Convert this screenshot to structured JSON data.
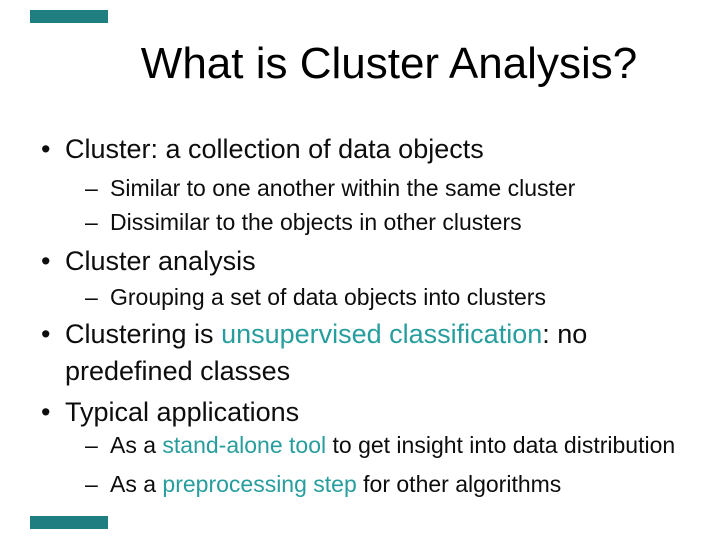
{
  "slide": {
    "title": "What is Cluster Analysis?",
    "colors": {
      "background": "#ffffff",
      "title": "#000000",
      "text": "#0d0d0d",
      "accent": "#279d9d",
      "bar": "#1f7e80"
    },
    "lines": [
      {
        "level": 1,
        "marker": "•",
        "segments": [
          {
            "text": "Cluster: a collection of data objects"
          }
        ]
      },
      {
        "level": 2,
        "marker": "–",
        "segments": [
          {
            "text": "Similar to one another within the same cluster"
          }
        ]
      },
      {
        "level": 2,
        "marker": "–",
        "segments": [
          {
            "text": "Dissimilar to the objects in other clusters"
          }
        ]
      },
      {
        "level": 1,
        "marker": "•",
        "segments": [
          {
            "text": "Cluster analysis"
          }
        ]
      },
      {
        "level": 2,
        "marker": "–",
        "segments": [
          {
            "text": "Grouping a set of data objects into clusters"
          }
        ]
      },
      {
        "level": 1,
        "marker": "•",
        "segments": [
          {
            "text": "Clustering is "
          },
          {
            "text": "unsupervised classification",
            "highlight": true
          },
          {
            "text": ": no"
          }
        ]
      },
      {
        "level": 1,
        "marker": "",
        "continuation": true,
        "segments": [
          {
            "text": "predefined classes"
          }
        ]
      },
      {
        "level": 1,
        "marker": "•",
        "segments": [
          {
            "text": "Typical applications"
          }
        ]
      },
      {
        "level": 2,
        "marker": "–",
        "segments": [
          {
            "text": "As a "
          },
          {
            "text": "stand-alone tool",
            "highlight": true
          },
          {
            "text": " to get insight into data distribution"
          }
        ]
      },
      {
        "level": 2,
        "marker": "–",
        "segments": [
          {
            "text": "As a "
          },
          {
            "text": "preprocessing step",
            "highlight": true
          },
          {
            "text": " for other algorithms"
          }
        ]
      }
    ]
  }
}
